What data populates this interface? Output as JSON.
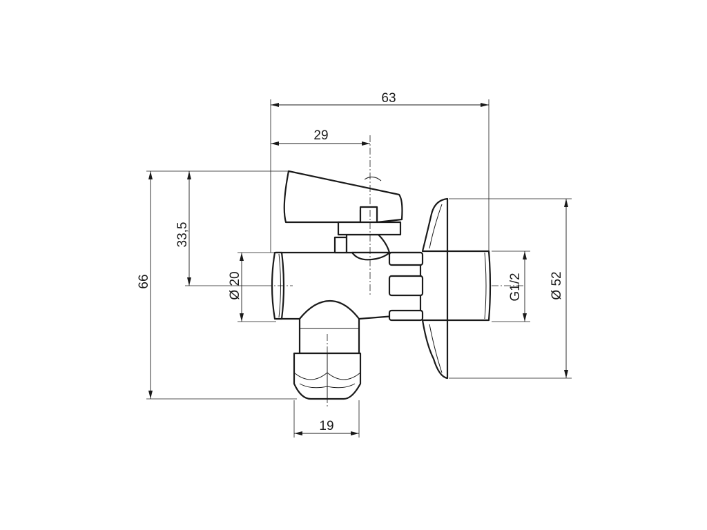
{
  "dimensions": {
    "overall_width": "63",
    "handle_offset": "29",
    "overall_height": "66",
    "handle_height": "33,5",
    "inlet_diameter": "Ø 20",
    "outlet_hex": "19",
    "thread": "G1/2",
    "rosette_diameter": "Ø 52"
  }
}
